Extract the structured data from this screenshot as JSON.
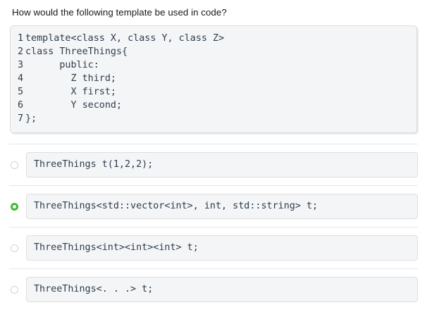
{
  "question": {
    "prompt": "How would the following template be used in code?"
  },
  "code_snippet": {
    "language": "cpp",
    "lines": [
      {
        "number": "1",
        "text": "template<class X, class Y, class Z>"
      },
      {
        "number": "2",
        "text": "class ThreeThings{"
      },
      {
        "number": "3",
        "text": "      public:"
      },
      {
        "number": "4",
        "text": "        Z third;"
      },
      {
        "number": "5",
        "text": "        X first;"
      },
      {
        "number": "6",
        "text": "        Y second;"
      },
      {
        "number": "7",
        "text": "};"
      }
    ]
  },
  "options": [
    {
      "id": "option-a",
      "code": "ThreeThings t(1,2,2);",
      "selected": false,
      "radio_icon": "radio-unselected-icon"
    },
    {
      "id": "option-b",
      "code": "ThreeThings<std::vector<int>, int, std::string> t;",
      "selected": true,
      "radio_icon": "radio-selected-icon"
    },
    {
      "id": "option-c",
      "code": "ThreeThings<int><int><int> t;",
      "selected": false,
      "radio_icon": "radio-unselected-icon"
    },
    {
      "id": "option-d",
      "code": "ThreeThings<. . .> t;",
      "selected": false,
      "radio_icon": "radio-unselected-icon"
    }
  ],
  "colors": {
    "selected_radio": "#3cbf2f",
    "unselected_radio_border": "#d2d4d6",
    "code_text": "#2e3d4d",
    "panel_background": "#f4f5f6",
    "panel_border": "#dcdee0",
    "separator": "#e6e7e9",
    "page_background": "#ffffff"
  }
}
